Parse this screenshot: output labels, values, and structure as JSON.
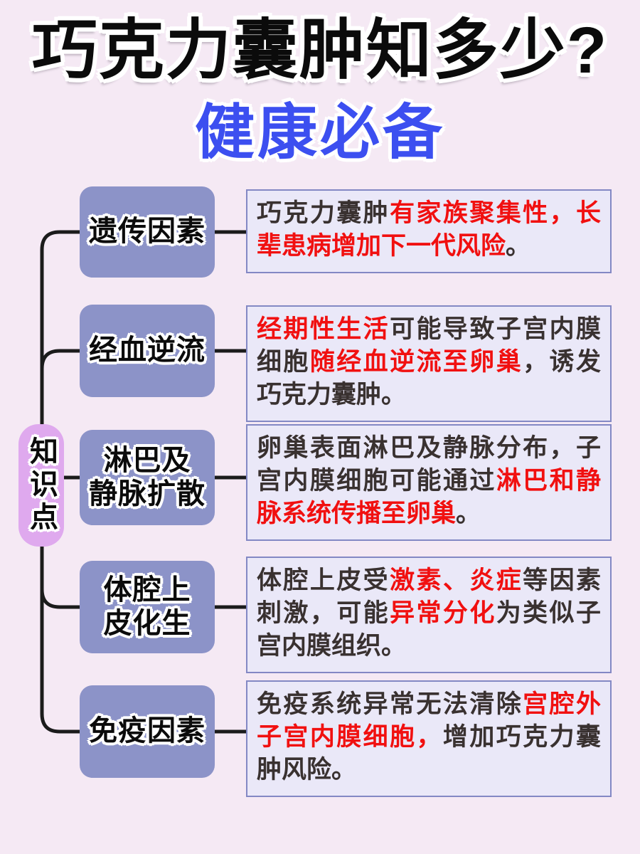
{
  "title": "巧克力囊肿知多少?",
  "subtitle": "健康必备",
  "root_label": "知识点",
  "colors": {
    "background": "#F5E9F4",
    "accent_blue": "#3C4FF0",
    "node_fill": "#8C93C8",
    "root_fill": "#DFA9EE",
    "box_fill": "#EAE8F8",
    "box_border": "#8388C4",
    "red_text": "#F11010",
    "dark_text": "#393130",
    "line_color": "#1B1B1B"
  },
  "rows": [
    {
      "node_label": "遗传因素",
      "segments": [
        {
          "text": "巧克力囊肿",
          "color": "dark"
        },
        {
          "text": "有家族聚集性，长辈患病增加下一代风险",
          "color": "red"
        },
        {
          "text": "。",
          "color": "dark"
        }
      ]
    },
    {
      "node_label": "经血逆流",
      "segments": [
        {
          "text": "经期性生活",
          "color": "red"
        },
        {
          "text": "可能导致子宫内膜细胞",
          "color": "dark"
        },
        {
          "text": "随经血逆流至卵巢",
          "color": "red"
        },
        {
          "text": "，诱发巧克力囊肿。",
          "color": "dark"
        }
      ]
    },
    {
      "node_label": "淋巴及\n静脉扩散",
      "segments": [
        {
          "text": "卵巢表面淋巴及静脉分布，子宫内膜细胞可能通过",
          "color": "dark"
        },
        {
          "text": "淋巴和静脉系统传播至卵巢",
          "color": "red"
        },
        {
          "text": "。",
          "color": "dark"
        }
      ]
    },
    {
      "node_label": "体腔上\n皮化生",
      "segments": [
        {
          "text": "体腔上皮受",
          "color": "dark"
        },
        {
          "text": "激素、炎症",
          "color": "red"
        },
        {
          "text": "等因素刺激，可能",
          "color": "dark"
        },
        {
          "text": "异常分化",
          "color": "red"
        },
        {
          "text": "为类似子宫内膜组织。",
          "color": "dark"
        }
      ]
    },
    {
      "node_label": "免疫因素",
      "segments": [
        {
          "text": "免疫系统异常无法清除",
          "color": "dark"
        },
        {
          "text": "宫腔外子宫内膜细胞，",
          "color": "red"
        },
        {
          "text": "增加巧克力囊肿风险。",
          "color": "dark"
        }
      ]
    }
  ]
}
